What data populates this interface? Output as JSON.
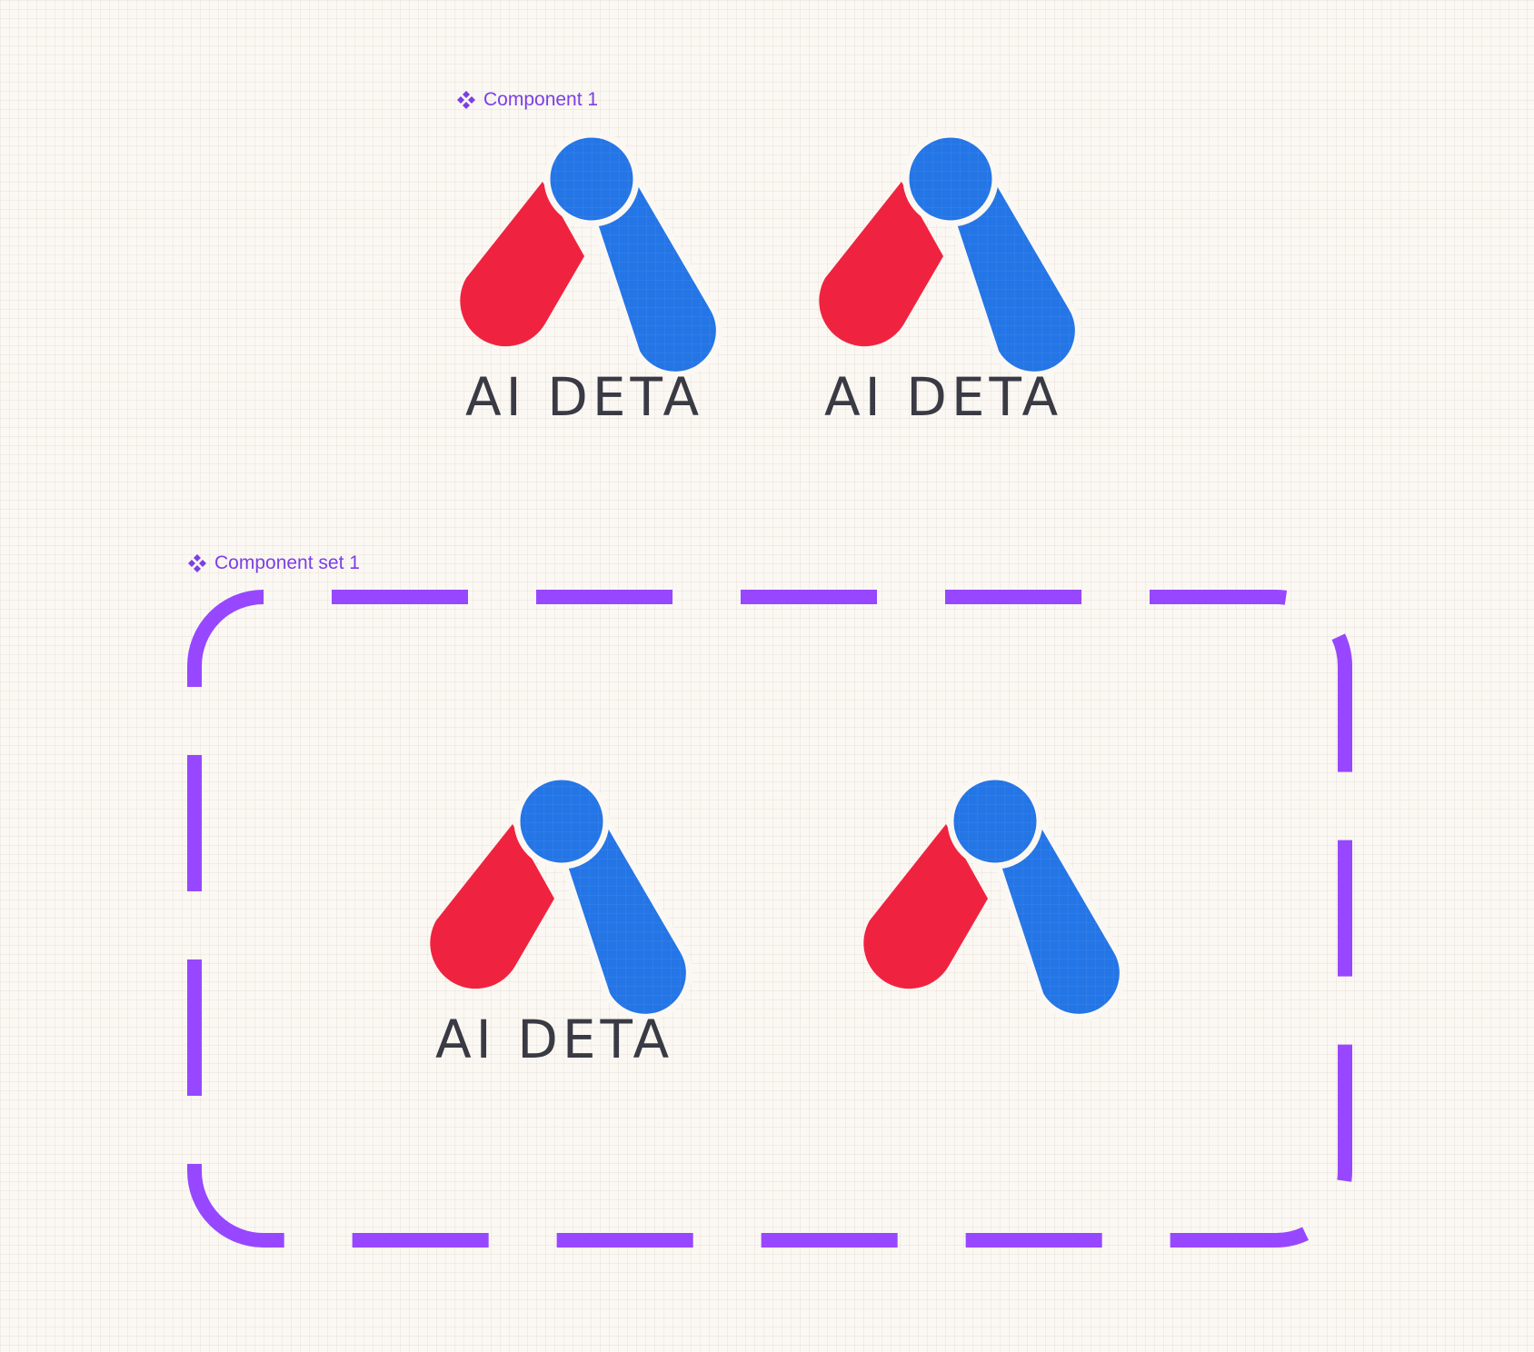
{
  "canvas": {
    "background": "#fbf8f3"
  },
  "component": {
    "label": "Component 1",
    "icon": "component-diamond-icon"
  },
  "component_set": {
    "label": "Component set 1",
    "icon": "component-diamond-icon",
    "border_color": "#9747ff"
  },
  "logo": {
    "text": "AI DETA",
    "colors": {
      "blue": "#2475e6",
      "red": "#ef2340",
      "text": "#3a3a44"
    }
  },
  "variants": [
    {
      "name": "logo-with-text",
      "show_text": true
    },
    {
      "name": "logo-with-text",
      "show_text": true
    },
    {
      "name": "logo-with-text",
      "show_text": true
    },
    {
      "name": "logo-mark-only",
      "show_text": false
    }
  ]
}
